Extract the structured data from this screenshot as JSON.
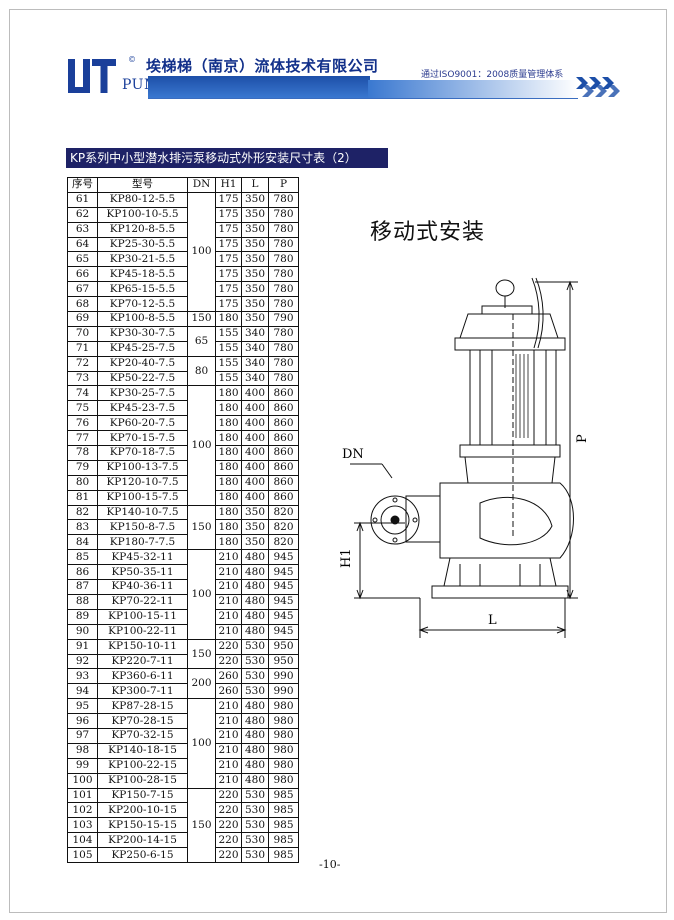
{
  "header": {
    "logo_text": "PUM",
    "company": "埃梯梯（南京）流体技术有限公司",
    "cert": "通过ISO9001：2008质量管理体系",
    "brand_color": "#1d4fa8"
  },
  "section_title": "KP系列中小型潜水排污泵移动式外形安装尺寸表（2）",
  "table": {
    "headers": [
      "序号",
      "型号",
      "DN",
      "H1",
      "L",
      "P"
    ],
    "rows": [
      [
        "61",
        "KP80-12-5.5",
        "175",
        "350",
        "780"
      ],
      [
        "62",
        "KP100-10-5.5",
        "175",
        "350",
        "780"
      ],
      [
        "63",
        "KP120-8-5.5",
        "175",
        "350",
        "780"
      ],
      [
        "64",
        "KP25-30-5.5",
        "175",
        "350",
        "780"
      ],
      [
        "65",
        "KP30-21-5.5",
        "175",
        "350",
        "780"
      ],
      [
        "66",
        "KP45-18-5.5",
        "175",
        "350",
        "780"
      ],
      [
        "67",
        "KP65-15-5.5",
        "175",
        "350",
        "780"
      ],
      [
        "68",
        "KP70-12-5.5",
        "175",
        "350",
        "780"
      ],
      [
        "69",
        "KP100-8-5.5",
        "180",
        "350",
        "790"
      ],
      [
        "70",
        "KP30-30-7.5",
        "155",
        "340",
        "780"
      ],
      [
        "71",
        "KP45-25-7.5",
        "155",
        "340",
        "780"
      ],
      [
        "72",
        "KP20-40-7.5",
        "155",
        "340",
        "780"
      ],
      [
        "73",
        "KP50-22-7.5",
        "155",
        "340",
        "780"
      ],
      [
        "74",
        "KP30-25-7.5",
        "180",
        "400",
        "860"
      ],
      [
        "75",
        "KP45-23-7.5",
        "180",
        "400",
        "860"
      ],
      [
        "76",
        "KP60-20-7.5",
        "180",
        "400",
        "860"
      ],
      [
        "77",
        "KP70-15-7.5",
        "180",
        "400",
        "860"
      ],
      [
        "78",
        "KP70-18-7.5",
        "180",
        "400",
        "860"
      ],
      [
        "79",
        "KP100-13-7.5",
        "180",
        "400",
        "860"
      ],
      [
        "80",
        "KP120-10-7.5",
        "180",
        "400",
        "860"
      ],
      [
        "81",
        "KP100-15-7.5",
        "180",
        "400",
        "860"
      ],
      [
        "82",
        "KP140-10-7.5",
        "180",
        "350",
        "820"
      ],
      [
        "83",
        "KP150-8-7.5",
        "180",
        "350",
        "820"
      ],
      [
        "84",
        "KP180-7-7.5",
        "180",
        "350",
        "820"
      ],
      [
        "85",
        "KP45-32-11",
        "210",
        "480",
        "945"
      ],
      [
        "86",
        "KP50-35-11",
        "210",
        "480",
        "945"
      ],
      [
        "87",
        "KP40-36-11",
        "210",
        "480",
        "945"
      ],
      [
        "88",
        "KP70-22-11",
        "210",
        "480",
        "945"
      ],
      [
        "89",
        "KP100-15-11",
        "210",
        "480",
        "945"
      ],
      [
        "90",
        "KP100-22-11",
        "210",
        "480",
        "945"
      ],
      [
        "91",
        "KP150-10-11",
        "220",
        "530",
        "950"
      ],
      [
        "92",
        "KP220-7-11",
        "220",
        "530",
        "950"
      ],
      [
        "93",
        "KP360-6-11",
        "260",
        "530",
        "990"
      ],
      [
        "94",
        "KP300-7-11",
        "260",
        "530",
        "990"
      ],
      [
        "95",
        "KP87-28-15",
        "210",
        "480",
        "980"
      ],
      [
        "96",
        "KP70-28-15",
        "210",
        "480",
        "980"
      ],
      [
        "97",
        "KP70-32-15",
        "210",
        "480",
        "980"
      ],
      [
        "98",
        "KP140-18-15",
        "210",
        "480",
        "980"
      ],
      [
        "99",
        "KP100-22-15",
        "210",
        "480",
        "980"
      ],
      [
        "100",
        "KP100-28-15",
        "210",
        "480",
        "980"
      ],
      [
        "101",
        "KP150-7-15",
        "220",
        "530",
        "985"
      ],
      [
        "102",
        "KP200-10-15",
        "220",
        "530",
        "985"
      ],
      [
        "103",
        "KP150-15-15",
        "220",
        "530",
        "985"
      ],
      [
        "104",
        "KP200-14-15",
        "220",
        "530",
        "985"
      ],
      [
        "105",
        "KP250-6-15",
        "220",
        "530",
        "985"
      ]
    ],
    "dn_groups": [
      {
        "start": 0,
        "span": 8,
        "value": "100"
      },
      {
        "start": 8,
        "span": 1,
        "value": "150"
      },
      {
        "start": 9,
        "span": 2,
        "value": "65"
      },
      {
        "start": 11,
        "span": 2,
        "value": "80"
      },
      {
        "start": 13,
        "span": 8,
        "value": "100"
      },
      {
        "start": 21,
        "span": 3,
        "value": "150"
      },
      {
        "start": 24,
        "span": 6,
        "value": "100"
      },
      {
        "start": 30,
        "span": 2,
        "value": "150"
      },
      {
        "start": 32,
        "span": 2,
        "value": "200"
      },
      {
        "start": 34,
        "span": 6,
        "value": "100"
      },
      {
        "start": 40,
        "span": 5,
        "value": "150"
      }
    ]
  },
  "figure": {
    "caption": "移动式安装",
    "label_dn": "DN",
    "label_h1": "H1",
    "label_l": "L",
    "label_p": "P"
  },
  "page_number": "-10-"
}
